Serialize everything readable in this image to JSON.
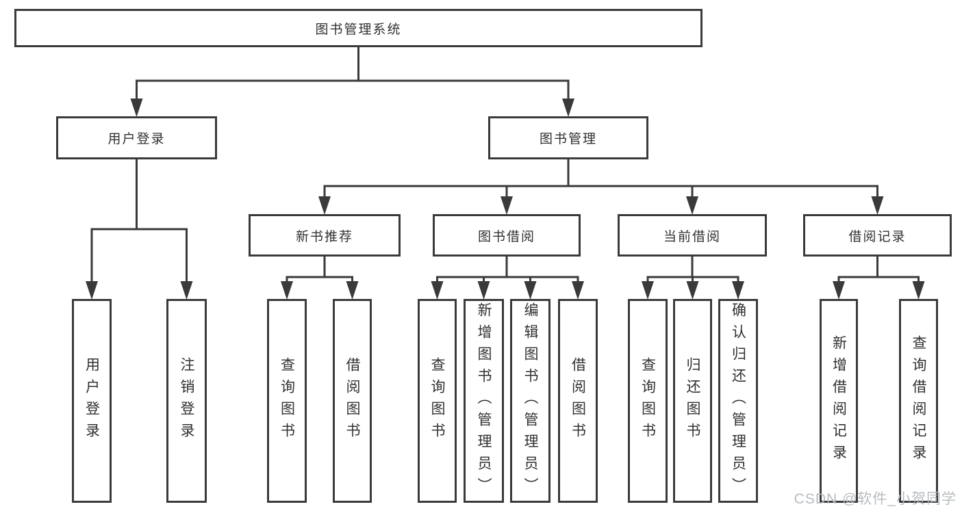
{
  "diagram": {
    "nodes": [
      {
        "id": "root",
        "label": "图书管理系统",
        "orient": "h"
      },
      {
        "id": "user-login",
        "label": "用户登录",
        "orient": "h"
      },
      {
        "id": "book-mgmt",
        "label": "图书管理",
        "orient": "h"
      },
      {
        "id": "new-book-rec",
        "label": "新书推荐",
        "orient": "h"
      },
      {
        "id": "book-borrow",
        "label": "图书借阅",
        "orient": "h"
      },
      {
        "id": "current-borrow",
        "label": "当前借阅",
        "orient": "h"
      },
      {
        "id": "borrow-record",
        "label": "借阅记录",
        "orient": "h"
      },
      {
        "id": "login",
        "label": "用户登录",
        "orient": "v"
      },
      {
        "id": "logout",
        "label": "注销登录",
        "orient": "v"
      },
      {
        "id": "query-book-1",
        "label": "查询图书",
        "orient": "v"
      },
      {
        "id": "borrow-book-1",
        "label": "借阅图书",
        "orient": "v"
      },
      {
        "id": "query-book-2",
        "label": "查询图书",
        "orient": "v"
      },
      {
        "id": "add-book",
        "label": "新增图书（管理员）",
        "orient": "v"
      },
      {
        "id": "edit-book",
        "label": "编辑图书（管理员）",
        "orient": "v"
      },
      {
        "id": "borrow-book-2",
        "label": "借阅图书",
        "orient": "v"
      },
      {
        "id": "query-book-3",
        "label": "查询图书",
        "orient": "v"
      },
      {
        "id": "return-book",
        "label": "归还图书",
        "orient": "v"
      },
      {
        "id": "confirm-return",
        "label": "确认归还（管理员）",
        "orient": "v"
      },
      {
        "id": "add-borrow-rec",
        "label": "新增借阅记录",
        "orient": "v"
      },
      {
        "id": "query-borrow-rec",
        "label": "查询借阅记录",
        "orient": "v"
      }
    ],
    "hierarchy": [
      {
        "parent": "root",
        "children": [
          "user-login",
          "book-mgmt"
        ]
      },
      {
        "parent": "user-login",
        "children": [
          "login",
          "logout"
        ]
      },
      {
        "parent": "book-mgmt",
        "children": [
          "new-book-rec",
          "book-borrow",
          "current-borrow",
          "borrow-record"
        ]
      },
      {
        "parent": "new-book-rec",
        "children": [
          "query-book-1",
          "borrow-book-1"
        ]
      },
      {
        "parent": "book-borrow",
        "children": [
          "query-book-2",
          "add-book",
          "edit-book",
          "borrow-book-2"
        ]
      },
      {
        "parent": "current-borrow",
        "children": [
          "query-book-3",
          "return-book",
          "confirm-return"
        ]
      },
      {
        "parent": "borrow-record",
        "children": [
          "add-borrow-rec",
          "query-borrow-rec"
        ]
      }
    ]
  },
  "watermark": "CSDN @软件_小贺同学",
  "colors": {
    "line": "#3a3a3a",
    "box_border": "#3a3a3a",
    "text": "#303030",
    "background": "#ffffff",
    "watermark": "#b7bcc1"
  }
}
